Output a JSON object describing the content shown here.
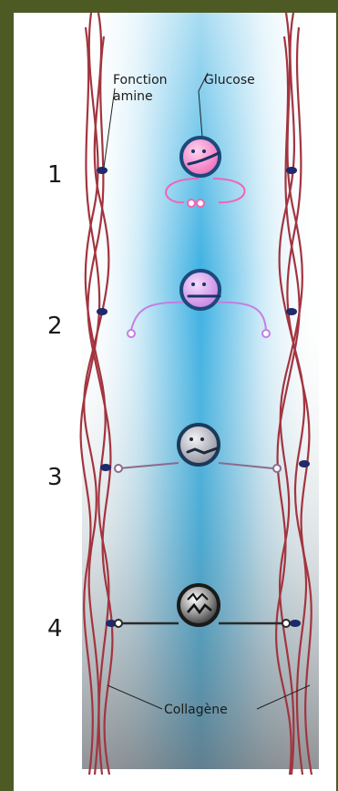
{
  "labels": {
    "fonction_amine": [
      "Fonction",
      "amine"
    ],
    "glucose": "Glucose",
    "collagene": "Collagène"
  },
  "stages": [
    "1",
    "2",
    "3",
    "4"
  ],
  "colors": {
    "frame": "#4d5a24",
    "collagen_fiber": "#a3343f",
    "amine_dot": "#1d2a6b",
    "channel_light": "#c8e8f6",
    "channel_mid": "#3fb0e0",
    "glucose_pink": "#f06ab8",
    "glucose_lilac": "#c87ce0",
    "glucose_grey": "#9a9aa8",
    "glucose_dark": "#2b2b2b"
  }
}
